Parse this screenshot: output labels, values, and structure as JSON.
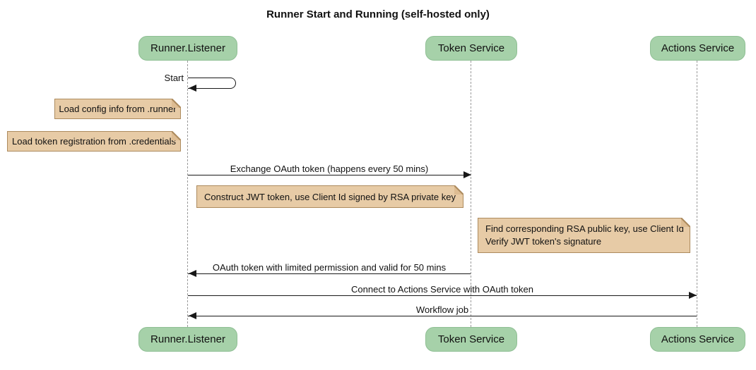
{
  "title": "Runner Start and Running (self-hosted only)",
  "participants": [
    {
      "name": "Runner.Listener"
    },
    {
      "name": "Token Service"
    },
    {
      "name": "Actions Service"
    }
  ],
  "messages": [
    {
      "label": "Start",
      "from": "Runner.Listener",
      "to": "Runner.Listener",
      "kind": "self"
    },
    {
      "label": "Exchange OAuth token (happens every 50 mins)",
      "from": "Runner.Listener",
      "to": "Token Service",
      "kind": "solid-arrow-right"
    },
    {
      "label": "OAuth token with limited permission and valid for 50 mins",
      "from": "Token Service",
      "to": "Runner.Listener",
      "kind": "solid-arrow-left"
    },
    {
      "label": "Connect to Actions Service with OAuth token",
      "from": "Runner.Listener",
      "to": "Actions Service",
      "kind": "solid-arrow-right"
    },
    {
      "label": "Workflow job",
      "from": "Actions Service",
      "to": "Runner.Listener",
      "kind": "solid-arrow-left"
    }
  ],
  "notes": [
    {
      "text": "Load config info from .runner"
    },
    {
      "text": "Load token registration from .credentials"
    },
    {
      "text": "Construct JWT token, use Client Id signed by RSA private key"
    },
    {
      "lines": [
        "Find corresponding RSA public key, use Client Id",
        "Verify JWT token's signature"
      ]
    }
  ],
  "colors": {
    "participant_fill": "#A6D1A9",
    "participant_border": "#8FBF94",
    "note_fill": "#E7CBA6",
    "note_border": "#AD8B5E",
    "note_fold": "#DDBC92",
    "lifeline": "#9A9A9A",
    "arrow": "#181818",
    "background": "#FFFFFF",
    "text": "#111111"
  }
}
